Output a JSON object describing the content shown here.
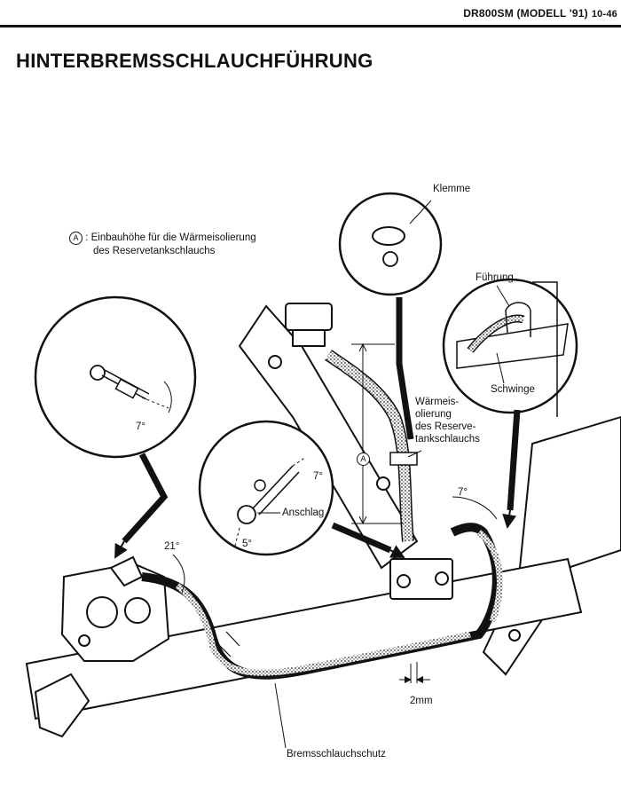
{
  "header": {
    "model": "DR800SM (MODELL '91)",
    "page": "10-46"
  },
  "title": "HINTERBREMSSCHLAUCHFÜHRUNG",
  "note": {
    "marker": "A",
    "line1": ": Einbauhöhe für die Wärmeisolierung",
    "line2": "des Reservetankschlauchs"
  },
  "labels": {
    "klemme": "Klemme",
    "fuehrung": "Führung",
    "schwinge": "Schwinge",
    "waermeisolierung": "Wärmeis-\nolierung\ndes Reserve-\ntankschlauchs",
    "anschlag": "Anschlag",
    "angle_7_left": "7°",
    "angle_7_mid": "7°",
    "angle_7_right": "7°",
    "angle_5": "5°",
    "angle_21": "21°",
    "dim_2mm": "2mm",
    "bremsschlauchschutz": "Bremsschlauchschutz",
    "marker_A": "A"
  }
}
